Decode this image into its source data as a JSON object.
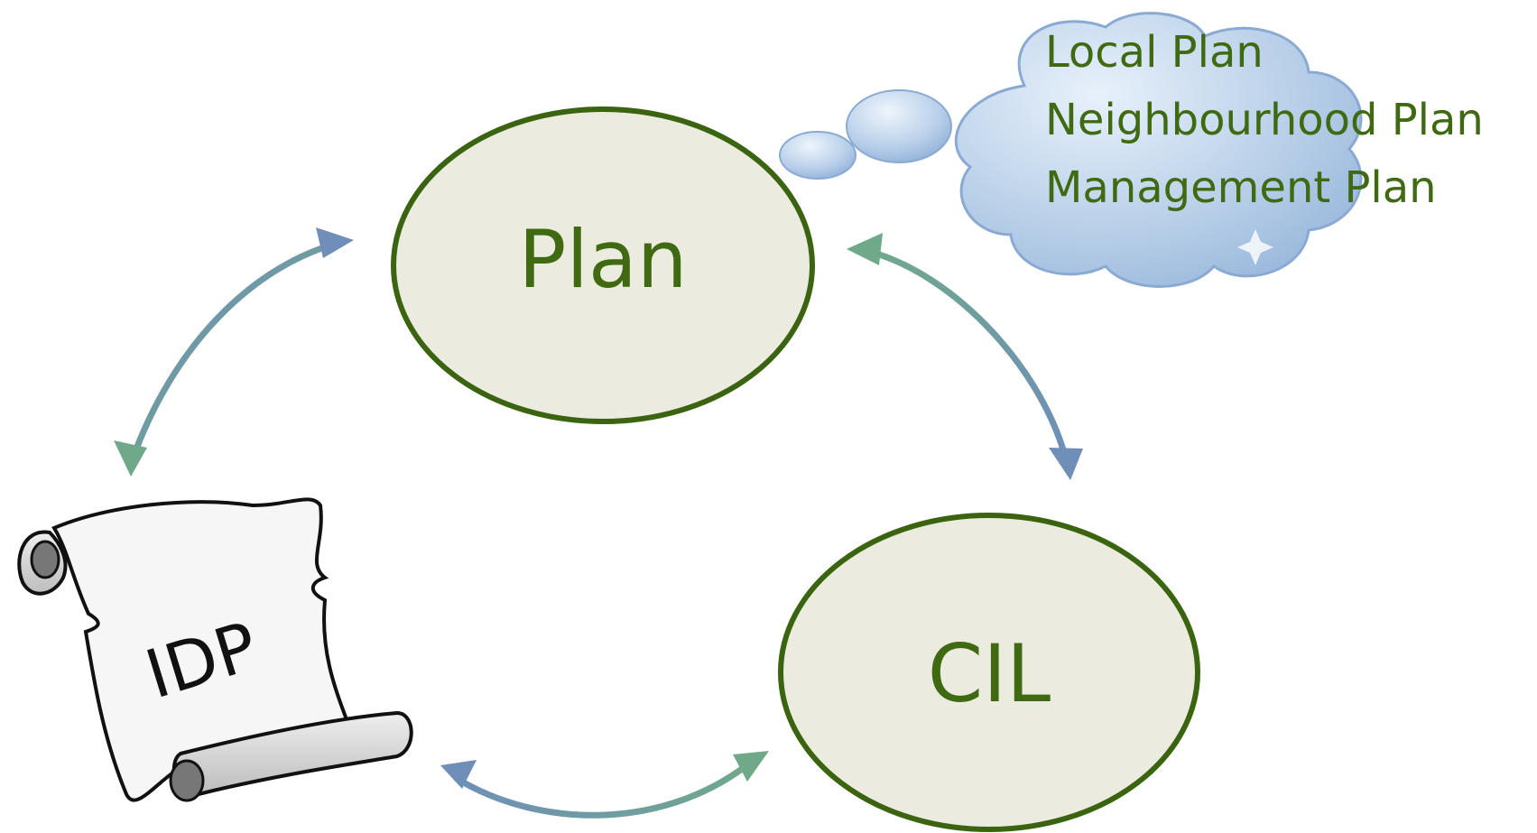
{
  "nodes": {
    "plan": "Plan",
    "cil": "CIL",
    "idp": "IDP"
  },
  "cloud": {
    "items": [
      "Local Plan",
      "Neighbourhood Plan",
      "Management Plan"
    ]
  },
  "colors": {
    "node_fill": "#ecebe0",
    "node_stroke": "#3b6410",
    "node_text": "#3f6a12",
    "arrow_blue": "#6f8fb8",
    "arrow_green": "#6fa98a",
    "cloud_fill": "#b8cfe8",
    "cloud_edge": "#7f9fc8"
  }
}
